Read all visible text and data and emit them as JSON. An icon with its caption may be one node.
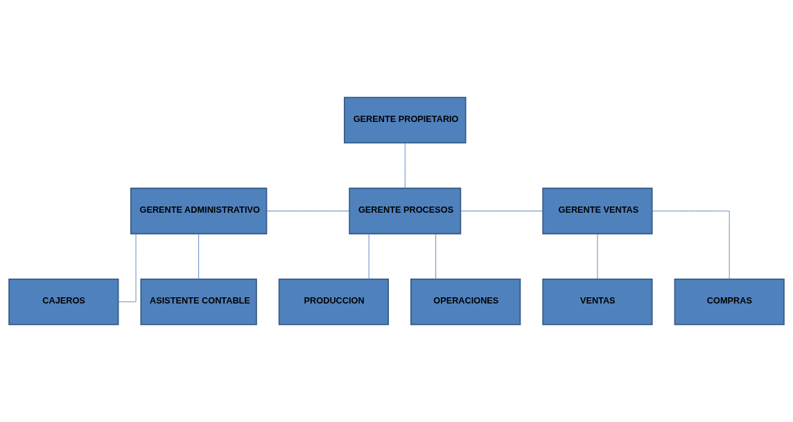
{
  "diagram": {
    "nodes": [
      {
        "text": [
          "GERENTE PROPIETARIO"
        ]
      },
      {
        "text": [
          "GERENTE ADMINISTRATIVO"
        ]
      },
      {
        "text": [
          "GERENTE PROCESOS"
        ]
      },
      {
        "text": [
          "GERENTE VENTAS"
        ]
      },
      {
        "text": [
          "CAJEROS"
        ]
      },
      {
        "text": [
          "ASISTENTE CONTABLE"
        ]
      },
      {
        "text": [
          "PRODUCCION"
        ]
      },
      {
        "text": [
          "OPERACIONES"
        ]
      },
      {
        "text": [
          "VENTAS"
        ]
      },
      {
        "text": [
          "COMPRAS"
        ]
      }
    ],
    "edges": [
      {
        "from": 0,
        "to": 2,
        "arrow": "none"
      },
      {
        "from": 1,
        "to": 2,
        "arrow": "none"
      },
      {
        "from": 2,
        "to": 3,
        "arrow": "none"
      },
      {
        "from": 1,
        "to": 4,
        "arrow": "none"
      },
      {
        "from": 1,
        "to": 5,
        "arrow": "none"
      },
      {
        "from": 2,
        "to": 6,
        "arrow": "none"
      },
      {
        "from": 2,
        "to": 7,
        "arrow": "none"
      },
      {
        "from": 3,
        "to": 8,
        "arrow": "none"
      },
      {
        "from": 3,
        "to": 9,
        "arrow": "none"
      }
    ]
  }
}
